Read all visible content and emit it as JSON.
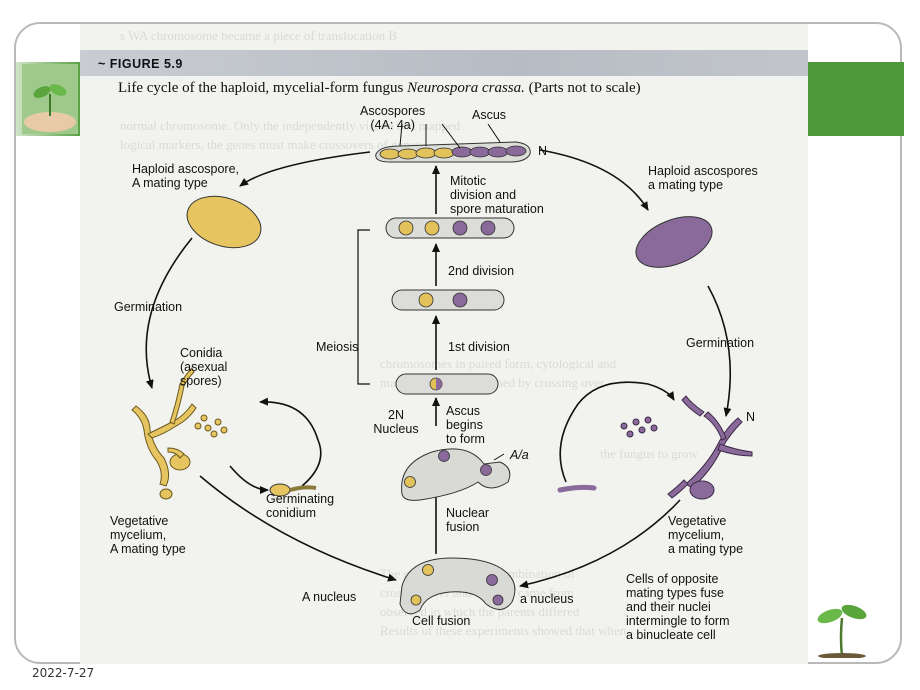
{
  "figure": {
    "number_label": "~ FIGURE 5.9",
    "caption_prefix": "Life cycle of the haploid, mycelial-form fungus ",
    "caption_species": "Neurospora crassa.",
    "caption_suffix": " (Parts not to scale)"
  },
  "labels": {
    "ascospores_title": "Ascospores",
    "ascospores_ratio": "(4A: 4a)",
    "ascus": "Ascus",
    "n_top": "N",
    "mitotic_1": "Mitotic",
    "mitotic_2": "division and",
    "mitotic_3": "spore maturation",
    "haploid_A_1": "Haploid ascospore,",
    "haploid_A_2": "A mating type",
    "haploid_a_1": "Haploid ascospores",
    "haploid_a_2": "a mating type",
    "second_division": "2nd division",
    "germination_left": "Germination",
    "germination_right": "Germination",
    "meiosis": "Meiosis",
    "first_division": "1st division",
    "conidia_1": "Conidia",
    "conidia_2": "(asexual",
    "conidia_3": "spores)",
    "twoN_1": "2N",
    "twoN_2": "Nucleus",
    "ascus_begins_1": "Ascus",
    "ascus_begins_2": "begins",
    "ascus_begins_3": "to form",
    "n_right": "N",
    "Aa": "A/a",
    "germinating_1": "Germinating",
    "germinating_2": "conidium",
    "nuclear_1": "Nuclear",
    "nuclear_2": "fusion",
    "veg_A_1": "Vegetative",
    "veg_A_2": "mycelium,",
    "veg_A_3": "A mating type",
    "veg_a_1": "Vegetative",
    "veg_a_2": "mycelium,",
    "veg_a_3": "a mating type",
    "A_nucleus": "A nucleus",
    "a_nucleus": "a nucleus",
    "cell_fusion": "Cell fusion",
    "cells_opp_1": "Cells of opposite",
    "cells_opp_2": "mating types fuse",
    "cells_opp_3": "and their nuclei",
    "cells_opp_4": "intermingle to form",
    "cells_opp_5": "a binucleate cell"
  },
  "colors": {
    "banner": "#4e9a3a",
    "spore_A": "#e2c25a",
    "spore_a": "#8a6a9a",
    "cell_fill": "#d9d9d6",
    "arrow": "#111111"
  },
  "footer": {
    "date": "2022-7-27"
  }
}
